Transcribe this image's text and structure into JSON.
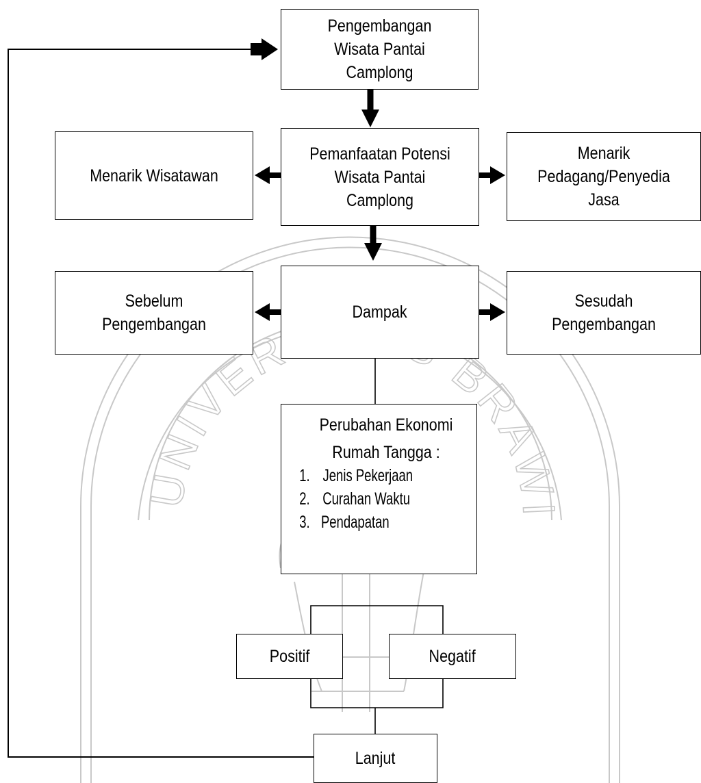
{
  "nodes": {
    "pengembangan": "Pengembangan Wisata Pantai Camplong",
    "pemanfaatan": "Pemanfaatan Potensi Wisata Pantai Camplong",
    "wisatawan": "Menarik Wisatawan",
    "pedagang": "Menarik Pedagang/Penyedia Jasa",
    "dampak": "Dampak",
    "sebelum": "Sebelum Pengembangan",
    "sesudah": "Sesudah Pengembangan",
    "perubahan": {
      "title": "Perubahan Ekonomi Rumah Tangga :",
      "items": [
        {
          "num": "1.",
          "label": "Jenis Pekerjaan"
        },
        {
          "num": "2.",
          "label": "Curahan Waktu"
        },
        {
          "num": "3.",
          "label": "Pendapatan"
        }
      ]
    },
    "positif": "Positif",
    "negatif": "Negatif",
    "lanjut": "Lanjut"
  },
  "watermark": {
    "text": "UNIVERSITAS BRAWIJAYA",
    "color": "#c8c8c8"
  }
}
